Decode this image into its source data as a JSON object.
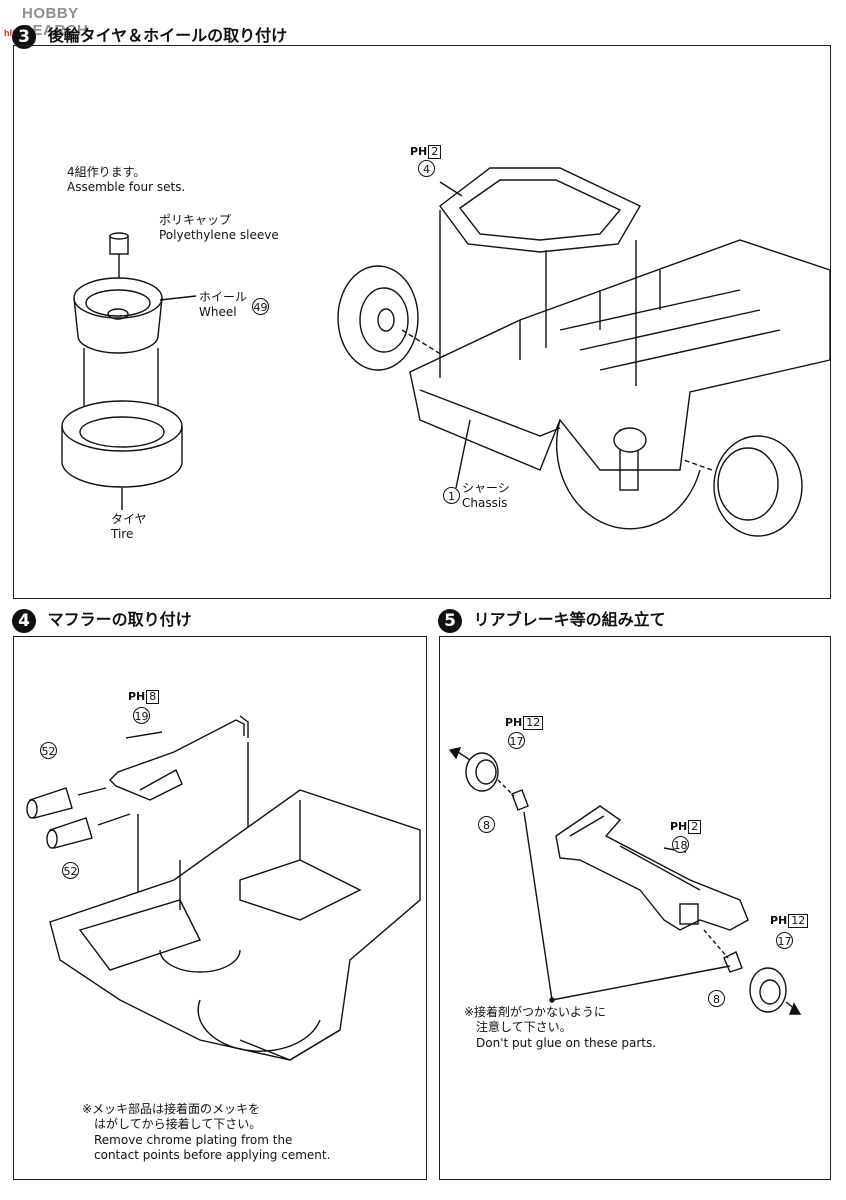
{
  "watermark": {
    "brand": "HOBBY SEARCH",
    "tagline": "hlj.com"
  },
  "step3": {
    "number": "3",
    "title": "後輪タイヤ＆ホイールの取り付け",
    "assemble_jp": "4組作ります。",
    "assemble_en": "Assemble four sets.",
    "sleeve_jp": "ポリキャップ",
    "sleeve_en": "Polyethylene sleeve",
    "wheel_jp": "ホイール",
    "wheel_en": "Wheel",
    "wheel_num": "49",
    "tire_jp": "タイヤ",
    "tire_en": "Tire",
    "frame_ph_label": "PH",
    "frame_ph_num": "2",
    "frame_num": "4",
    "chassis_num": "1",
    "chassis_jp": "シャーシ",
    "chassis_en": "Chassis"
  },
  "step4": {
    "number": "4",
    "title": "マフラーの取り付け",
    "ph_label": "PH",
    "ph_num": "8",
    "part_muffler": "19",
    "part_tip_a": "52",
    "part_tip_b": "52",
    "note_jp_1": "※メッキ部品は接着面のメッキを",
    "note_jp_2": "はがしてから接着して下さい。",
    "note_en_1": "Remove chrome plating from the",
    "note_en_2": "contact points before applying cement."
  },
  "step5": {
    "number": "5",
    "title": "リアブレーキ等の組み立て",
    "ph_a_label": "PH",
    "ph_a_num": "12",
    "part_drum_a": "17",
    "part_pin_a": "8",
    "ph_b_label": "PH",
    "ph_b_num": "2",
    "part_axle": "18",
    "ph_c_label": "PH",
    "ph_c_num": "12",
    "part_drum_b": "17",
    "part_pin_b": "8",
    "note_jp_1": "※接着剤がつかないように",
    "note_jp_2": "注意して下さい。",
    "note_en": "Don't put glue on these parts."
  }
}
